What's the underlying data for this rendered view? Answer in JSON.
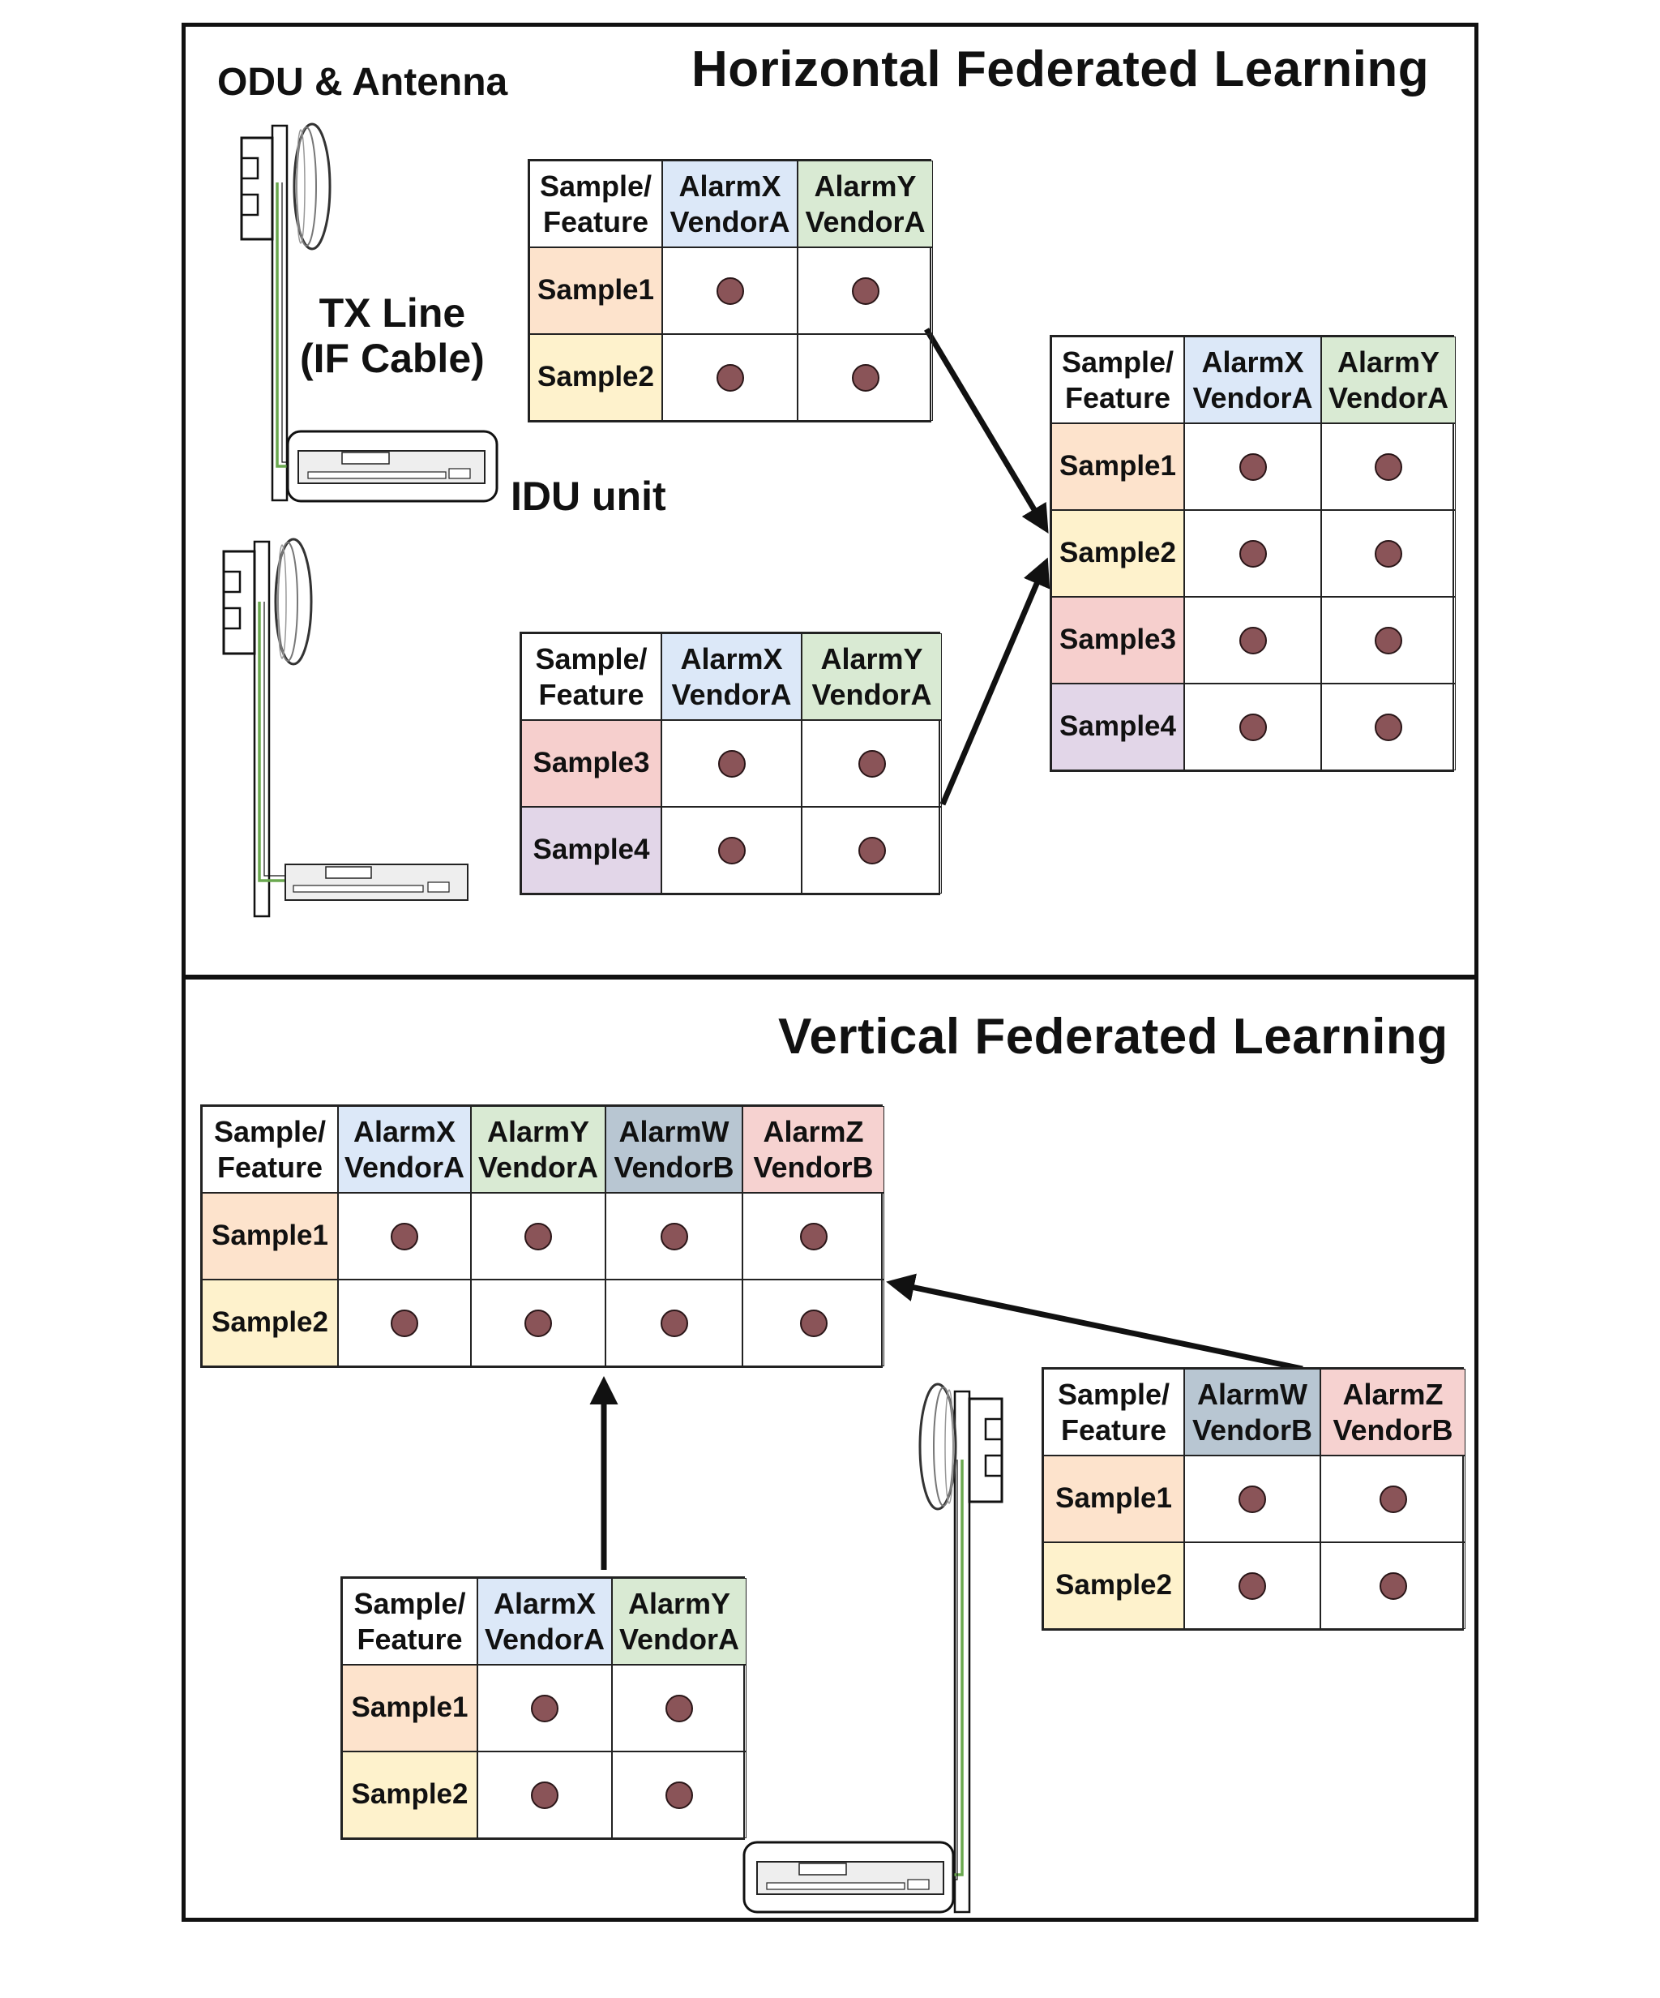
{
  "horizontal": {
    "title": "Horizontal Federated Learning",
    "labels": {
      "odu": "ODU & Antenna",
      "tx_line_1": "TX Line",
      "tx_line_2": "(IF Cable)",
      "idu": "IDU unit"
    },
    "tables": [
      {
        "headers": [
          "Sample/ Feature",
          "AlarmX VendorA",
          "AlarmY VendorA"
        ],
        "rows": [
          {
            "sample": "Sample1"
          },
          {
            "sample": "Sample2"
          }
        ]
      },
      {
        "headers": [
          "Sample/ Feature",
          "AlarmX VendorA",
          "AlarmY VendorA"
        ],
        "rows": [
          {
            "sample": "Sample3"
          },
          {
            "sample": "Sample4"
          }
        ]
      },
      {
        "headers": [
          "Sample/ Feature",
          "AlarmX VendorA",
          "AlarmY VendorA"
        ],
        "rows": [
          {
            "sample": "Sample1"
          },
          {
            "sample": "Sample2"
          },
          {
            "sample": "Sample3"
          },
          {
            "sample": "Sample4"
          }
        ]
      }
    ]
  },
  "vertical": {
    "title": "Vertical Federated Learning",
    "tables": [
      {
        "headers": [
          "Sample/ Feature",
          "AlarmX VendorA",
          "AlarmY VendorA",
          "AlarmW VendorB",
          "AlarmZ VendorB"
        ],
        "rows": [
          {
            "sample": "Sample1"
          },
          {
            "sample": "Sample2"
          }
        ]
      },
      {
        "headers": [
          "Sample/ Feature",
          "AlarmX VendorA",
          "AlarmY VendorA"
        ],
        "rows": [
          {
            "sample": "Sample1"
          },
          {
            "sample": "Sample2"
          }
        ]
      },
      {
        "headers": [
          "Sample/ Feature",
          "AlarmW VendorB",
          "AlarmZ VendorB"
        ],
        "rows": [
          {
            "sample": "Sample1"
          },
          {
            "sample": "Sample2"
          }
        ]
      }
    ]
  },
  "colors": {
    "header_alarm_x": "#dce8f8",
    "header_alarm_y": "#d9ead3",
    "header_alarm_w": "#b8c6d2",
    "header_alarm_z": "#f6d2d0",
    "sample1": "#fde3cc",
    "sample2": "#fef2cc",
    "sample3": "#f6cfcd",
    "sample4": "#e2d6e8",
    "data_dot": "#8a5458",
    "cable": "#6aa84f"
  }
}
